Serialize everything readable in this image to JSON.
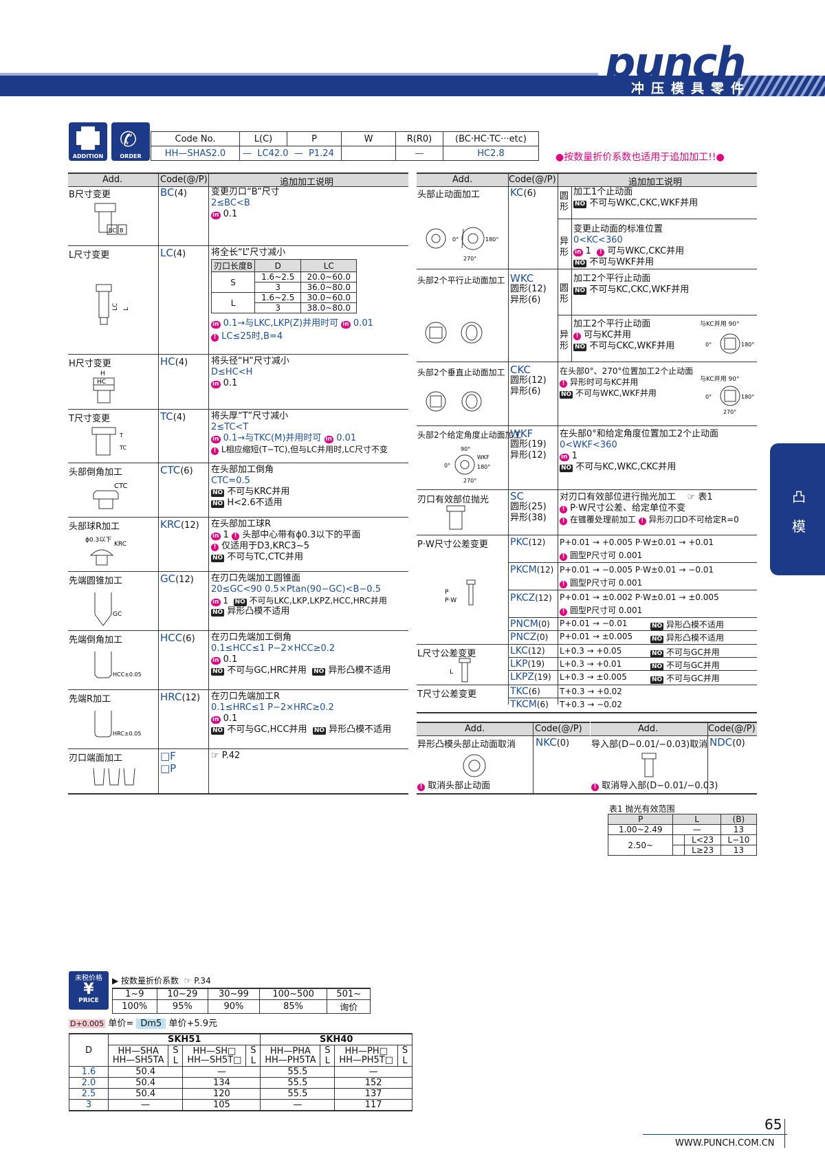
{
  "header": {
    "logo": "punch",
    "subtitle": "冲压模具零件"
  },
  "icons": {
    "addition": "ADDITION",
    "order": "ORDER"
  },
  "order_example": {
    "headers": [
      "Code No.",
      "L(C)",
      "P",
      "W",
      "R(R0)",
      "(BC·HC·TC···etc)"
    ],
    "values": [
      "HH—SHAS2.0",
      "—",
      "LC42.0",
      "—",
      "P1.24",
      "—",
      "HC2.8"
    ],
    "note": "●按数量折价系数也适用于追加加工!!●"
  },
  "left_table": {
    "headers": [
      "Add.",
      "Code(@/P)",
      "追加加工说明"
    ],
    "rows": [
      {
        "title": "B尺寸变更",
        "code": "BC",
        "price": "(4)",
        "desc": [
          "变更刃口“B”尺寸",
          "2≤BC<B",
          "0.1"
        ]
      },
      {
        "title": "L尺寸变更",
        "code": "LC",
        "price": "(4)",
        "desc": [
          "将全长“L”尺寸减小",
          "0.1→与LKC,LKP(Z)并用时可",
          "0.01",
          "LC≤25时,B=4"
        ]
      },
      {
        "title": "H尺寸变更",
        "code": "HC",
        "price": "(4)",
        "desc": [
          "将头径“H”尺寸减小",
          "D≤HC<H",
          "0.1"
        ]
      },
      {
        "title": "T尺寸变更",
        "code": "TC",
        "price": "(4)",
        "desc": [
          "将头厚“T”尺寸减小",
          "2≤TC<T",
          "0.1→与TKC(M)并用时可",
          "0.01",
          "L相应缩短(T−TC),但与LC并用时,LC尺寸不变"
        ]
      },
      {
        "title": "头部倒角加工",
        "code": "CTC",
        "price": "(6)",
        "desc": [
          "在头部加工倒角",
          "CTC=0.5",
          "不可与KRC并用",
          "H<2.6不适用"
        ]
      },
      {
        "title": "头部球R加工",
        "code": "KRC",
        "price": "(12)",
        "desc": [
          "在头部加工球R",
          "1",
          "头部中心带有ϕ0.3以下的平面",
          "仅适用于D3,KRC3~5",
          "不可与TC,CTC并用"
        ]
      },
      {
        "title": "先端圆锥加工",
        "code": "GC",
        "price": "(12)",
        "desc": [
          "在刃口先端加工圆锥面",
          "20≤GC<90   0.5×Ptan(90−GC)<B−0.5",
          "1",
          "不可与LKC,LKP,LKPZ,HCC,HRC并用",
          "异形凸模不适用"
        ]
      },
      {
        "title": "先端倒角加工",
        "code": "HCC",
        "price": "(6)",
        "desc": [
          "在刃口先端加工倒角",
          "0.1≤HCC≤1   P−2×HCC≥0.2",
          "0.1",
          "不可与GC,HRC并用",
          "异形凸模不适用"
        ]
      },
      {
        "title": "先端R加工",
        "code": "HRC",
        "price": "(12)",
        "desc": [
          "在刃口先端加工R",
          "0.1≤HRC≤1   P−2×HRC≥0.2",
          "0.1",
          "不可与GC,HCC并用",
          "异形凸模不适用"
        ]
      },
      {
        "title": "刃口端面加工",
        "code": "□F",
        "code2": "□P",
        "price": "",
        "desc": [
          "P.42"
        ]
      }
    ],
    "lc_table": {
      "headers": [
        "刃口长度B",
        "D",
        "LC"
      ],
      "rows": [
        [
          "S",
          "1.6~2.5",
          "20.0~60.0"
        ],
        [
          "",
          "3",
          "36.0~80.0"
        ],
        [
          "L",
          "1.6~2.5",
          "30.0~60.0"
        ],
        [
          "",
          "3",
          "38.0~80.0"
        ]
      ]
    },
    "labels": {
      "bc": "BC",
      "b": "B",
      "lc": "LC",
      "l": "L",
      "h": "H",
      "hc": "HC",
      "t": "T",
      "tc": "TC",
      "ctc": "CTC",
      "krc": "ϕ0.3以下",
      "krc2": "KRC",
      "gc": "GC",
      "hcc": "HCC±0.05",
      "hrc": "HRC±0.05"
    }
  },
  "right_table": {
    "headers": [
      "Add.",
      "Code(@/P)",
      "追加加工说明"
    ],
    "rows": [
      {
        "title": "头部止动面加工",
        "code": "KC",
        "price": "(6)",
        "desc": [
          "圆形",
          "加工1个止动面",
          "不可与WKC,CKC,WKF并用",
          "异形",
          "变更止动面的标准位置",
          "0<KC<360",
          "1",
          "可与WKC,CKC并用",
          "不可与WKF并用"
        ]
      },
      {
        "title": "头部2个平行止动面加工",
        "code": "WKC",
        "price": "圆形(12)",
        "price2": "异形(6)",
        "desc": [
          "圆形",
          "加工2个平行止动面",
          "不可与KC,CKC,WKF并用",
          "异形",
          "加工2个平行止动面",
          "可与KC并用",
          "不可与CKC,WKF并用",
          "与KC并用 90°"
        ]
      },
      {
        "title": "头部2个垂直止动面加工",
        "code": "CKC",
        "price": "圆形(12)",
        "price2": "异形(6)",
        "desc": [
          "在头部0°、270°位置加工2个止动面",
          "异形时可与KC并用",
          "不可与WKC,WKF并用",
          "与KC并用 90°"
        ]
      },
      {
        "title": "头部2个给定角度止动面加工",
        "code": "WKF",
        "price": "圆形(19)",
        "price2": "异形(12)",
        "desc": [
          "在头部0°和给定角度位置加工2个止动面",
          "0<WKF<360",
          "1",
          "不可与KC,WKC,CKC并用"
        ]
      },
      {
        "title": "刃口有效部位抛光",
        "code": "SC",
        "price": "圆形(25)",
        "price2": "异形(38)",
        "desc": [
          "对刃口有效部位进行抛光加工",
          "表1",
          "P·W尺寸公差、给定单位不变",
          "在镀覆处理前加工",
          "异形刃口D不可给定R=0"
        ]
      }
    ],
    "tolerance": {
      "title": "P·W尺寸公差变更",
      "rows": [
        {
          "code": "PKC",
          "price": "(12)",
          "desc": "P+0.01 → +0.005   P·W±0.01 → +0.01",
          "note": "圆型P尺寸可  0.001"
        },
        {
          "code": "PKCM",
          "price": "(12)",
          "desc": "P+0.01 → −0.005   P·W±0.01 → −0.01",
          "note": "圆型P尺寸可  0.001"
        },
        {
          "code": "PKCZ",
          "price": "(12)",
          "desc": "P+0.01 → ±0.002   P·W±0.01 → ±0.005",
          "note": "圆型P尺寸可  0.001"
        },
        {
          "code": "PNCM",
          "price": "(0)",
          "desc": "P+0.01 → −0.01",
          "note": "异形凸模不适用"
        },
        {
          "code": "PNCZ",
          "price": "(0)",
          "desc": "P+0.01 → ±0.005",
          "note": "异形凸模不适用"
        }
      ]
    },
    "l_tol": {
      "title": "L尺寸公差变更",
      "rows": [
        {
          "code": "LKC",
          "price": "(12)",
          "desc": "L+0.3 → +0.05",
          "note": "不可与GC并用"
        },
        {
          "code": "LKP",
          "price": "(19)",
          "desc": "L+0.3 → +0.01",
          "note": "不可与GC并用"
        },
        {
          "code": "LKPZ",
          "price": "(19)",
          "desc": "L+0.3 → ±0.005",
          "note": "不可与GC并用"
        }
      ]
    },
    "t_tol": {
      "title": "T尺寸公差变更",
      "rows": [
        {
          "code": "TKC",
          "price": "(6)",
          "desc": "T+0.3 → +0.02"
        },
        {
          "code": "TKCM",
          "price": "(6)",
          "desc": "T+0.3 → −0.02"
        }
      ]
    },
    "bottom": {
      "headers": [
        "Add.",
        "Code(@/P)",
        "Add.",
        "Code(@/P)"
      ],
      "nkc": {
        "title": "异形凸模头部止动面取消",
        "code": "NKC",
        "price": "(0)",
        "note": "取消头部止动面"
      },
      "ndc": {
        "title": "导入部(D−0.01/−0.03)取消",
        "code": "NDC",
        "price": "(0)",
        "note": "取消导入部(D−0.01/−0.03)"
      }
    },
    "table1": {
      "title": "表1  抛光有效范围",
      "headers": [
        "P",
        "L",
        "(B)"
      ],
      "rows": [
        [
          "1.00~2.49",
          "—",
          "13"
        ],
        [
          "2.50~",
          "L<23",
          "L−10"
        ],
        [
          "",
          "L≥23",
          "13"
        ]
      ]
    }
  },
  "side_tab": {
    "label1": "凸",
    "label2": "模"
  },
  "price": {
    "icon_top": "未税价格",
    "icon_bottom": "PRICE",
    "discount_title": "▶ 按数量折价系数",
    "discount_ref": "P.34",
    "qty": [
      "1~9",
      "10~29",
      "30~99",
      "100~500",
      "501~"
    ],
    "rate": [
      "100%",
      "95%",
      "90%",
      "85%",
      "询价"
    ],
    "unit_note_a": "D+0.005",
    "unit_note_b": "单价=",
    "unit_note_c": "Dm5",
    "unit_note_d": "单价+5.9元",
    "materials": [
      "SKH51",
      "SKH40"
    ],
    "cols": [
      "HH—SHA\nHH—SH5TA",
      "S L",
      "HH—SH□\nHH—SH5T□",
      "S L",
      "HH—PHA\nHH—PH5TA",
      "S L",
      "HH—PH□\nHH—PH5T□",
      "S L"
    ],
    "rows": [
      [
        "1.6",
        "50.4",
        "—",
        "55.5",
        "—"
      ],
      [
        "2.0",
        "50.4",
        "134",
        "55.5",
        "152"
      ],
      [
        "2.5",
        "50.4",
        "120",
        "55.5",
        "137"
      ],
      [
        "3",
        "—",
        "105",
        "—",
        "117"
      ]
    ]
  },
  "footer": {
    "page": "65",
    "url": "WWW.PUNCH.COM.CN"
  }
}
